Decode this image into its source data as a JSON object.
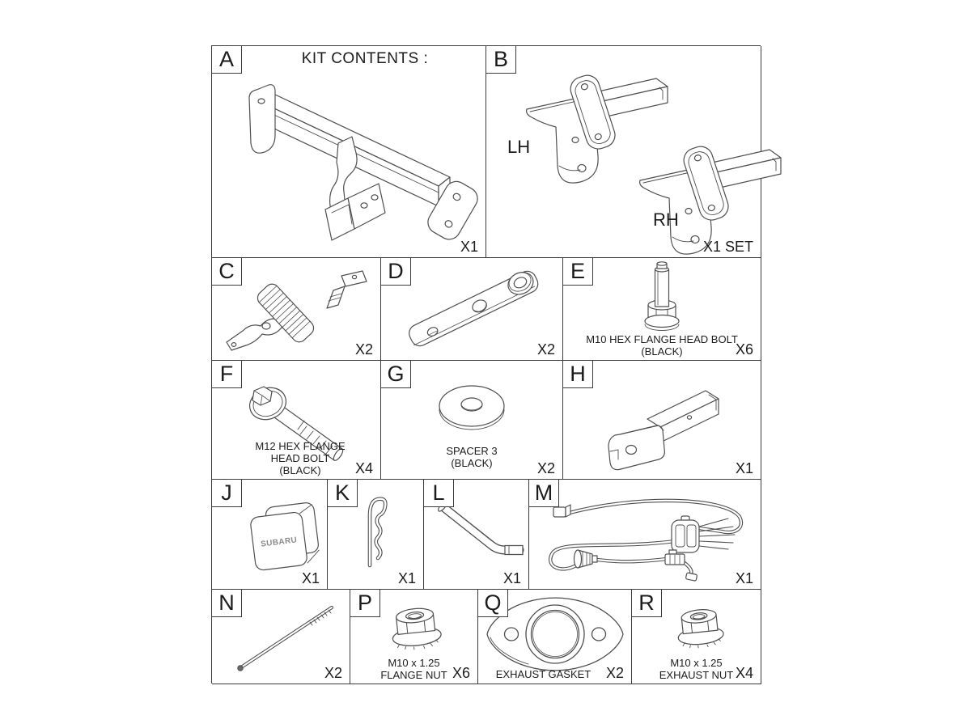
{
  "title": "KIT CONTENTS :",
  "cells": {
    "a": {
      "label": "A",
      "qty": "X1"
    },
    "b": {
      "label": "B",
      "qty": "X1 SET",
      "lh": "LH",
      "rh": "RH"
    },
    "c": {
      "label": "C",
      "qty": "X2"
    },
    "d": {
      "label": "D",
      "qty": "X2"
    },
    "e": {
      "label": "E",
      "qty": "X6",
      "name1": "M10 HEX FLANGE HEAD BOLT",
      "name2": "(BLACK)"
    },
    "f": {
      "label": "F",
      "qty": "X4",
      "name1": "M12 HEX FLANGE",
      "name2": "HEAD BOLT",
      "name3": "(BLACK)"
    },
    "g": {
      "label": "G",
      "qty": "X2",
      "name1": "SPACER 3",
      "name2": "(BLACK)"
    },
    "h": {
      "label": "H",
      "qty": "X1"
    },
    "j": {
      "label": "J",
      "qty": "X1",
      "cap_text": "SUBARU"
    },
    "k": {
      "label": "K",
      "qty": "X1"
    },
    "l": {
      "label": "L",
      "qty": "X1"
    },
    "m": {
      "label": "M",
      "qty": "X1"
    },
    "n": {
      "label": "N",
      "qty": "X2"
    },
    "p": {
      "label": "P",
      "qty": "X6",
      "name1": "M10 x 1.25",
      "name2": "FLANGE NUT"
    },
    "q": {
      "label": "Q",
      "qty": "X2",
      "name1": "EXHAUST GASKET"
    },
    "r": {
      "label": "R",
      "qty": "X4",
      "name1": "M10 x 1.25",
      "name2": "EXHAUST NUT"
    }
  },
  "colors": {
    "line": "#3c3c3c",
    "drawing": "#4f4f4f",
    "text": "#1c1c1c"
  }
}
